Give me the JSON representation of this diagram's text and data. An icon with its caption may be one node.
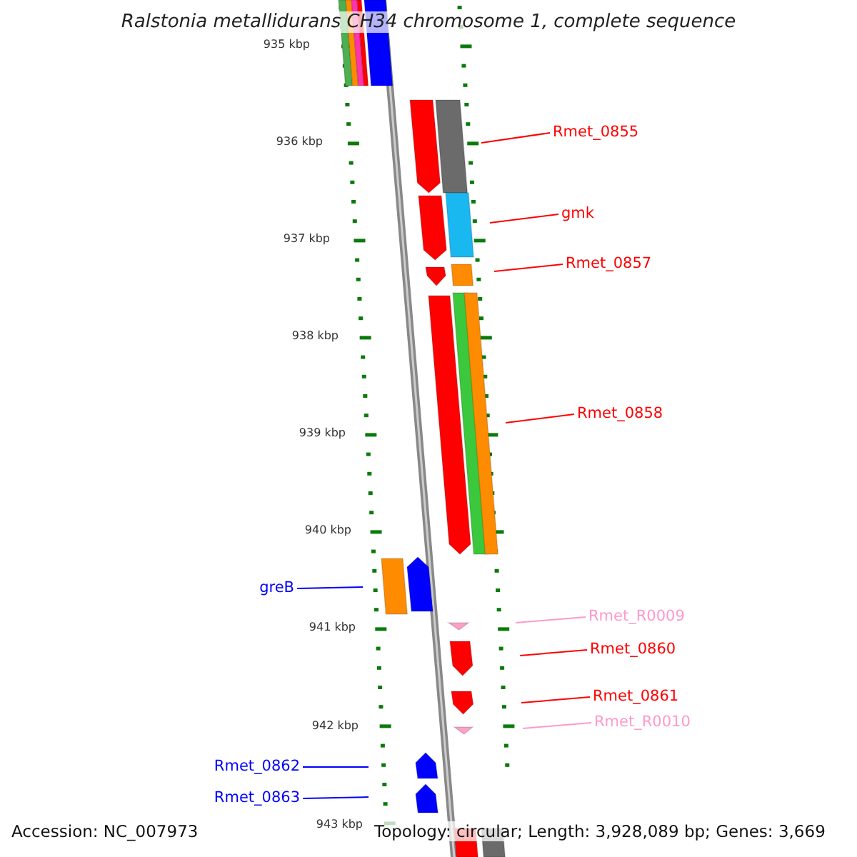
{
  "diagram": {
    "title": "Ralstonia metallidurans CH34 chromosome 1, complete sequence",
    "nodes": [
      {
        "text": [
          "Rmet_0855"
        ]
      },
      {
        "text": [
          "gmk"
        ]
      },
      {
        "text": [
          "Rmet_0857"
        ]
      },
      {
        "text": [
          "Rmet_0858"
        ]
      },
      {
        "text": [
          "greB"
        ]
      },
      {
        "text": [
          "Rmet_R0009"
        ]
      },
      {
        "text": [
          "Rmet_0860"
        ]
      },
      {
        "text": [
          "Rmet_0861"
        ]
      },
      {
        "text": [
          "Rmet_R0010"
        ]
      },
      {
        "text": [
          "Rmet_0862"
        ]
      },
      {
        "text": [
          "Rmet_0863"
        ]
      }
    ],
    "edges": [
      {
        "from": 0,
        "to": null,
        "arrow": "none"
      },
      {
        "from": 1,
        "to": null,
        "arrow": "none"
      },
      {
        "from": 2,
        "to": null,
        "arrow": "none"
      },
      {
        "from": 3,
        "to": null,
        "arrow": "none"
      },
      {
        "from": 4,
        "to": null,
        "arrow": "none",
        "color": "#0000ff"
      },
      {
        "from": 5,
        "to": null,
        "arrow": "none",
        "color": "#ff99cc"
      },
      {
        "from": 6,
        "to": null,
        "arrow": "none"
      },
      {
        "from": 7,
        "to": null,
        "arrow": "none"
      },
      {
        "from": 8,
        "to": null,
        "arrow": "none",
        "color": "#ff99cc"
      },
      {
        "from": 9,
        "to": null,
        "arrow": "none",
        "color": "#0000ff"
      },
      {
        "from": 10,
        "to": null,
        "arrow": "none",
        "color": "#0000ff"
      }
    ],
    "labels": [
      "935 kbp",
      "936 kbp",
      "937 kbp",
      "938 kbp",
      "939 kbp",
      "940 kbp",
      "941 kbp",
      "942 kbp",
      "943 kbp",
      "Accession: NC_007973",
      "Topology: circular; Length: 3,928,089 bp; Genes: 3,669"
    ]
  }
}
